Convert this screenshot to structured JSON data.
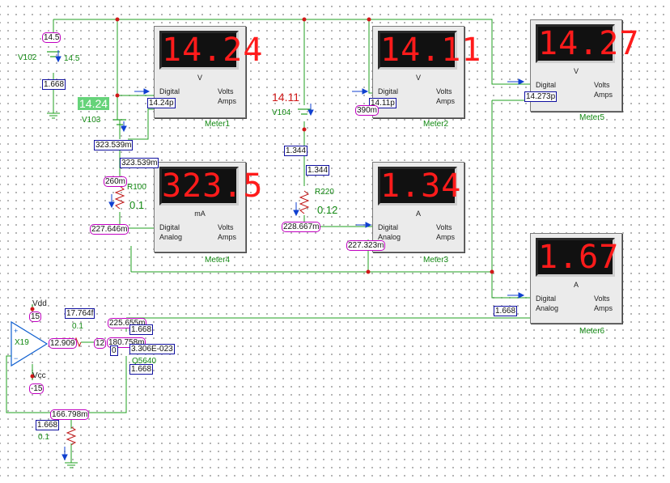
{
  "meters": [
    {
      "id": "meter1",
      "name": "Meter1",
      "display": "14.24",
      "unit": "V",
      "mode1": "Digital",
      "mode2": "",
      "type1": "Volts",
      "type2": "Amps"
    },
    {
      "id": "meter2",
      "name": "Meter2",
      "display": "14.11",
      "unit": "V",
      "mode1": "Digital",
      "mode2": "",
      "type1": "Volts",
      "type2": "Amps"
    },
    {
      "id": "meter5",
      "name": "Meter5",
      "display": "14.27",
      "unit": "V",
      "mode1": "Digital",
      "mode2": "",
      "type1": "Volts",
      "type2": "Amps"
    },
    {
      "id": "meter4",
      "name": "Meter4",
      "display": "323.5",
      "unit": "mA",
      "mode1": "Digital",
      "mode2": "Analog",
      "type1": "Volts",
      "type2": "Amps"
    },
    {
      "id": "meter3",
      "name": "Meter3",
      "display": "1.34",
      "unit": "A",
      "mode1": "Digital",
      "mode2": "Analog",
      "type1": "Volts",
      "type2": "Amps"
    },
    {
      "id": "meter6",
      "name": "Meter6",
      "display": "1.67",
      "unit": "A",
      "mode1": "Digital",
      "mode2": "Analog",
      "type1": "Volts",
      "type2": "Amps"
    }
  ],
  "components": {
    "v102": {
      "name": "V102",
      "value": "14.5"
    },
    "v103": {
      "name": "V103",
      "value": "14.24"
    },
    "v104": {
      "name": "V104",
      "value": "14.11"
    },
    "r100": {
      "name": "R100",
      "value": "0.1"
    },
    "r220": {
      "name": "R220",
      "value": "0.12"
    },
    "x19": {
      "name": "X19"
    },
    "vdd": {
      "name": "Vdd"
    },
    "vcc": {
      "name": "Vcc"
    },
    "r_feedback": {
      "value": "0.1"
    },
    "r_bottom": {
      "value": "0.1"
    },
    "transistor": {
      "name": "Q5640"
    }
  },
  "probes": {
    "p_v102_top": "14.5",
    "p_v102_bot": "1.668",
    "p_meter1_in": "14.24p",
    "p_v103_i": "323.539m",
    "p_r100_top": "323.539m",
    "p_260m": "260m",
    "p_227646": "227.646m",
    "p_v104_i": "1.344",
    "p_r220_top": "1.344",
    "p_228667": "228.667m",
    "p_227323": "227.323m",
    "p_meter2_in": "14.11p",
    "p_390m": "390m",
    "p_meter5_in": "14.273p",
    "p_meter6_in": "1.668",
    "p_17764": "17.764f",
    "p_vdd": "15",
    "p_vcc": "-15",
    "p_12909": "12.909",
    "p_12": "12",
    "p_225": "225.655m",
    "p_q_1668a": "1.668",
    "p_180": "180.758m",
    "p_0": "0",
    "p_3306": "3.306E-023",
    "p_q_1668b": "1.668",
    "p_166798": "166.798m",
    "p_bottom_1668": "1.668"
  }
}
